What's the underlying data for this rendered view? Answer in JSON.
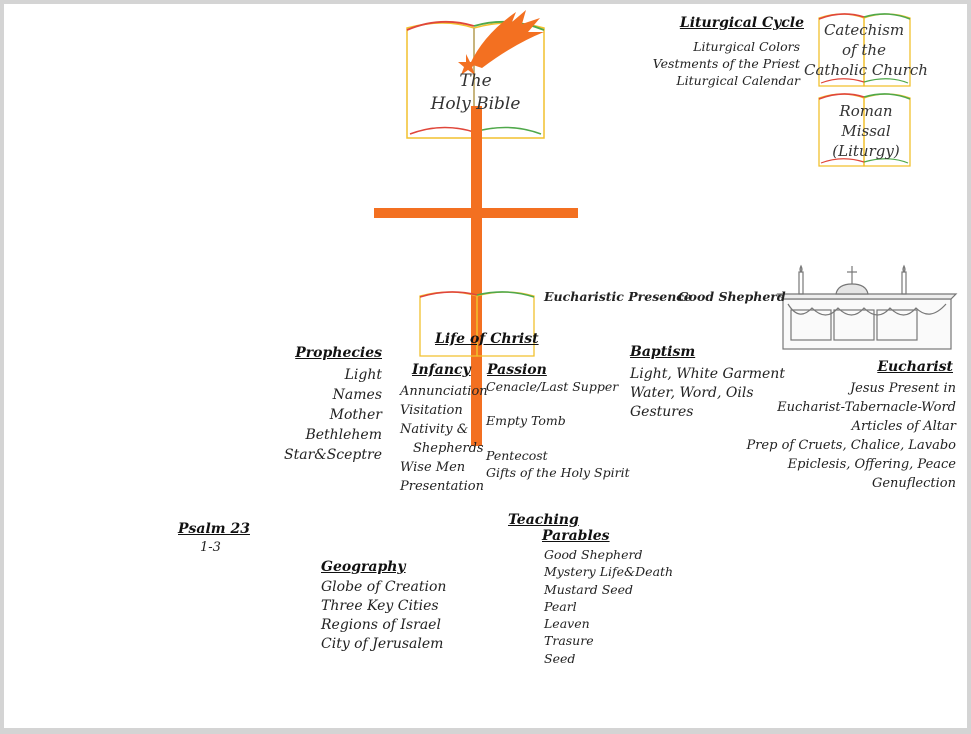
{
  "bible": {
    "line1": "The",
    "line2": "Holy Bible"
  },
  "liturgical_cycle": {
    "title": "Liturgical Cycle",
    "items": [
      "Liturgical Colors",
      "Vestments of the Priest",
      "Liturgical Calendar"
    ]
  },
  "catechism": {
    "line1": "Catechism",
    "line2": "of the",
    "line3": "Catholic Church"
  },
  "missal": {
    "line1": "Roman",
    "line2": "Missal",
    "line3": "(Liturgy)"
  },
  "eucharistic_presence": "Eucharistic Presence",
  "good_shepherd_heading": "Good Shepherd",
  "life_of_christ": "Life of Christ",
  "prophecies": {
    "title": "Prophecies",
    "items": [
      "Light",
      "Names",
      "Mother",
      "Bethlehem",
      "Star&Sceptre"
    ]
  },
  "infancy": {
    "title": "Infancy",
    "items": [
      "Annunciation",
      "Visitation",
      "Nativity &",
      "Shepherds",
      "Wise Men",
      "Presentation"
    ]
  },
  "passion": {
    "title": "Passion",
    "items": [
      "Cenacle/Last Supper",
      "Empty Tomb",
      "Pentecost",
      "Gifts of the Holy Spirit"
    ]
  },
  "baptism": {
    "title": "Baptism",
    "items": [
      "Light, White Garment",
      "Water, Word, Oils",
      "Gestures"
    ]
  },
  "eucharist": {
    "title": "Eucharist",
    "items": [
      "Jesus Present in",
      "Eucharist-Tabernacle-Word",
      "Articles of Altar",
      "Prep of Cruets, Chalice, Lavabo",
      "Epiclesis, Offering, Peace",
      "Genuflection"
    ]
  },
  "psalm": {
    "title": "Psalm 23",
    "sub": "1-3"
  },
  "geography": {
    "title": "Geography",
    "items": [
      "Globe of Creation",
      "Three Key Cities",
      "Regions of Israel",
      "City of Jerusalem"
    ]
  },
  "teaching": {
    "title": "Teaching",
    "subtitle": "Parables",
    "items": [
      "Good Shepherd",
      "Mystery  Life&Death",
      "Mustard Seed",
      "Pearl",
      "Leaven",
      "Trasure",
      "Seed"
    ]
  },
  "colors": {
    "cross": "#f37021",
    "book_red": "#e0463a",
    "book_green": "#4fa84a",
    "book_yellow": "#f2c12e"
  }
}
